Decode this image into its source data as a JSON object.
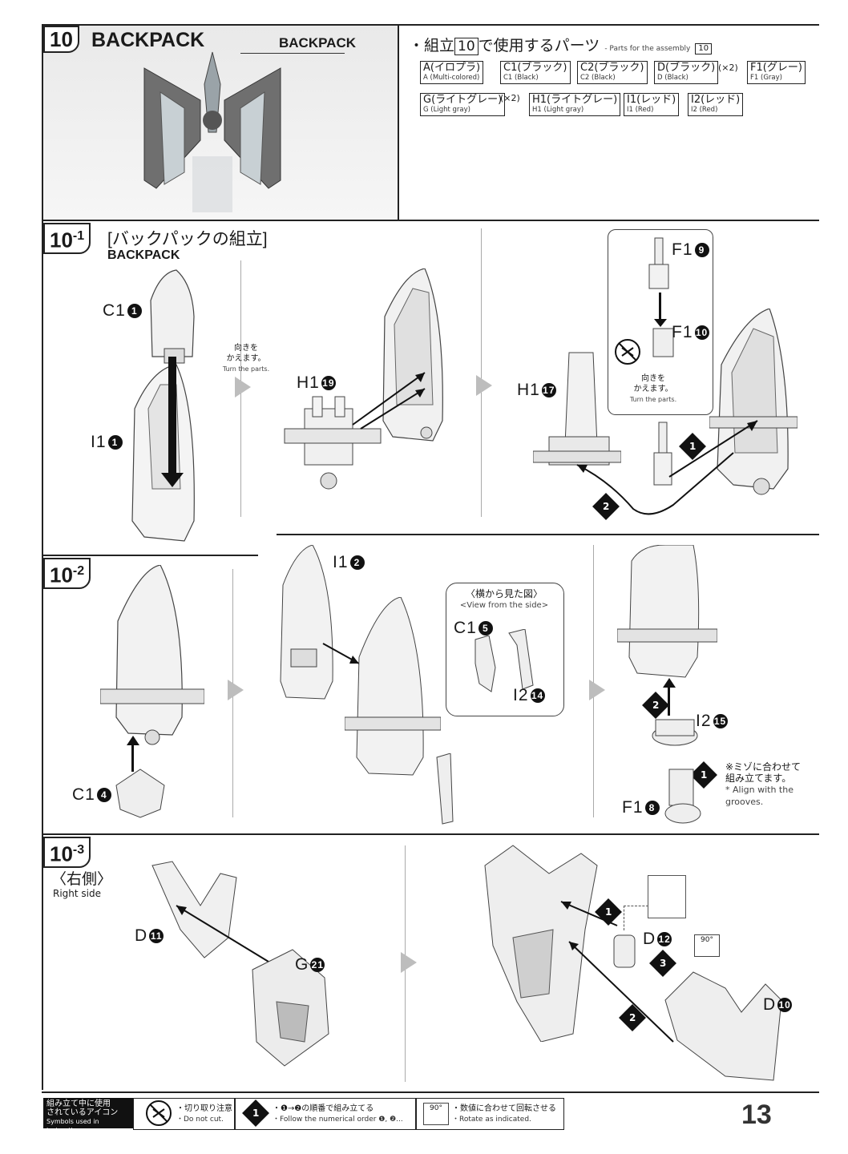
{
  "step10": {
    "number": "10",
    "title": "BACKPACK",
    "figure_label": "BACKPACK"
  },
  "parts_list": {
    "heading_pre": "・組立",
    "heading_num": "10",
    "heading_post": "で使用するパーツ",
    "subheading": "- Parts for the assembly",
    "subheading_num": "10",
    "items": [
      {
        "jp": "A(イロプラ)",
        "en": "A (Multi-colored)",
        "mult": ""
      },
      {
        "jp": "C1(ブラック)",
        "en": "C1 (Black)",
        "mult": ""
      },
      {
        "jp": "C2(ブラック)",
        "en": "C2 (Black)",
        "mult": ""
      },
      {
        "jp": "D(ブラック)",
        "en": "D (Black)",
        "mult": "(×2)"
      },
      {
        "jp": "F1(グレー)",
        "en": "F1 (Gray)",
        "mult": ""
      },
      {
        "jp": "G(ライトグレー)",
        "en": "G (Light gray)",
        "mult": "(×2)"
      },
      {
        "jp": "H1(ライトグレー)",
        "en": "H1 (Light gray)",
        "mult": ""
      },
      {
        "jp": "I1(レッド)",
        "en": "I1 (Red)",
        "mult": ""
      },
      {
        "jp": "I2(レッド)",
        "en": "I2 (Red)",
        "mult": ""
      }
    ]
  },
  "step10_1": {
    "number": "10",
    "sub": "-1",
    "title": "[バックパックの組立]",
    "subtitle": "BACKPACK",
    "labels": {
      "c1": "C1",
      "c1n": "1",
      "i1": "I1",
      "i1n": "1",
      "h1a": "H1",
      "h1an": "19",
      "h1b": "H1",
      "h1bn": "17",
      "f1a": "F1",
      "f1an": "9",
      "f1b": "F1",
      "f1bn": "10"
    },
    "turn_note_jp1": "向きを\nかえます。",
    "turn_note_en1": "Turn the parts.",
    "turn_note_jp2": "向きを\nかえます。",
    "turn_note_en2": "Turn the parts.",
    "order1": "1",
    "order2": "2"
  },
  "step10_2": {
    "number": "10",
    "sub": "-2",
    "labels": {
      "c1a": "C1",
      "c1an": "4",
      "i1": "I1",
      "i1n": "2",
      "c1b": "C1",
      "c1bn": "5",
      "i2a": "I2",
      "i2an": "14",
      "i2b": "I2",
      "i2bn": "15",
      "f1": "F1",
      "f1n": "8"
    },
    "side_view_jp": "〈横から見た図〉",
    "side_view_en": "<View from the side>",
    "groove_jp": "※ミゾに合わせて\n組み立てます。",
    "groove_en": "* Align with the\ngrooves.",
    "order1": "1",
    "order2": "2"
  },
  "step10_3": {
    "number": "10",
    "sub": "-3",
    "side_jp": "〈右側〉",
    "side_en": "Right side",
    "labels": {
      "d1": "D",
      "d1n": "11",
      "g": "G",
      "gn": "21",
      "d2": "D",
      "d2n": "12",
      "d3": "D",
      "d3n": "10"
    },
    "rotate": "90°",
    "order1": "1",
    "order2": "2",
    "order3": "3"
  },
  "footer": {
    "legend_title_jp": "組み立て中に使用\nされているアイコン",
    "legend_title_en": "Symbols used in instructions",
    "item1_jp": "・切り取り注意",
    "item1_en": "・Do not cut.",
    "item2_jp": "・❶→❷の順番で組み立てる",
    "item2_en": "・Follow the numerical order ❶, ❷...",
    "item2_icon": "1",
    "item3_jp": "・数値に合わせて回転させる",
    "item3_en": "・Rotate as indicated.",
    "item3_icon": "90°",
    "page_number": "13"
  }
}
